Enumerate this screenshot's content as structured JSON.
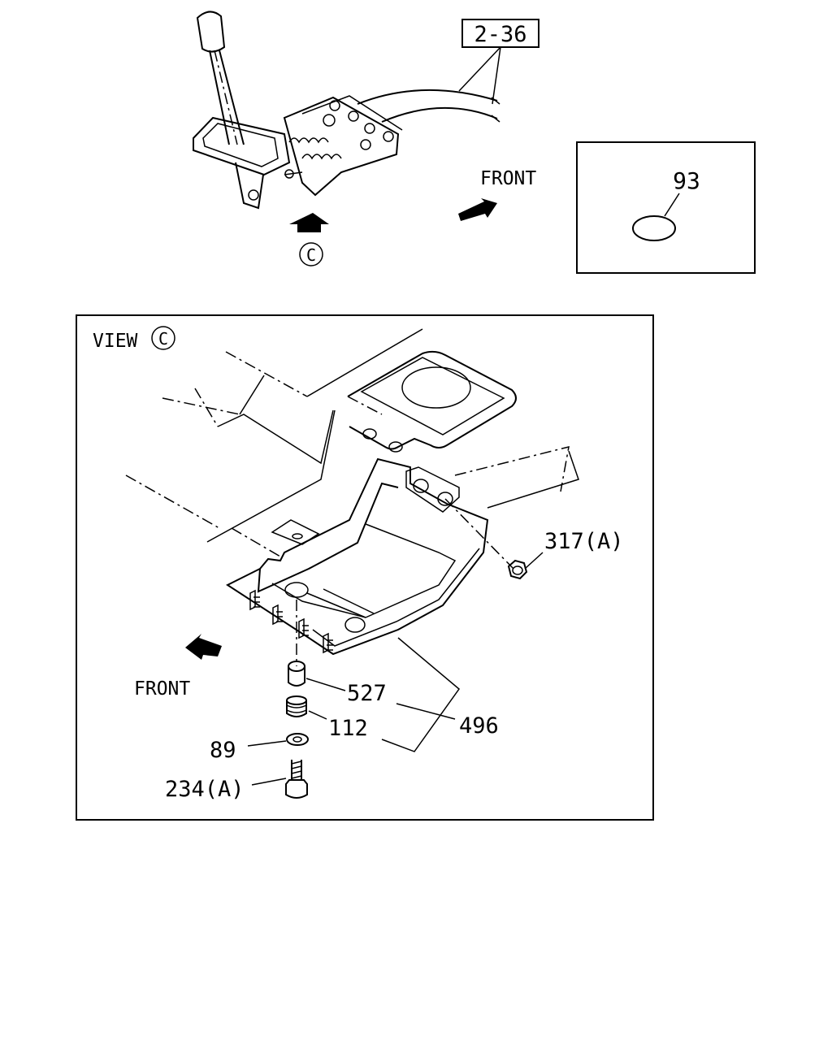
{
  "top": {
    "ref_box": "2-36",
    "front_label": "FRONT",
    "view_marker": "C"
  },
  "inset": {
    "part_number": "93"
  },
  "view": {
    "title": "VIEW",
    "marker": "C",
    "front_label": "FRONT"
  },
  "callouts": {
    "p317": "317(A)",
    "p527": "527",
    "p112": "112",
    "p496": "496",
    "p89": "89",
    "p234": "234(A)"
  }
}
